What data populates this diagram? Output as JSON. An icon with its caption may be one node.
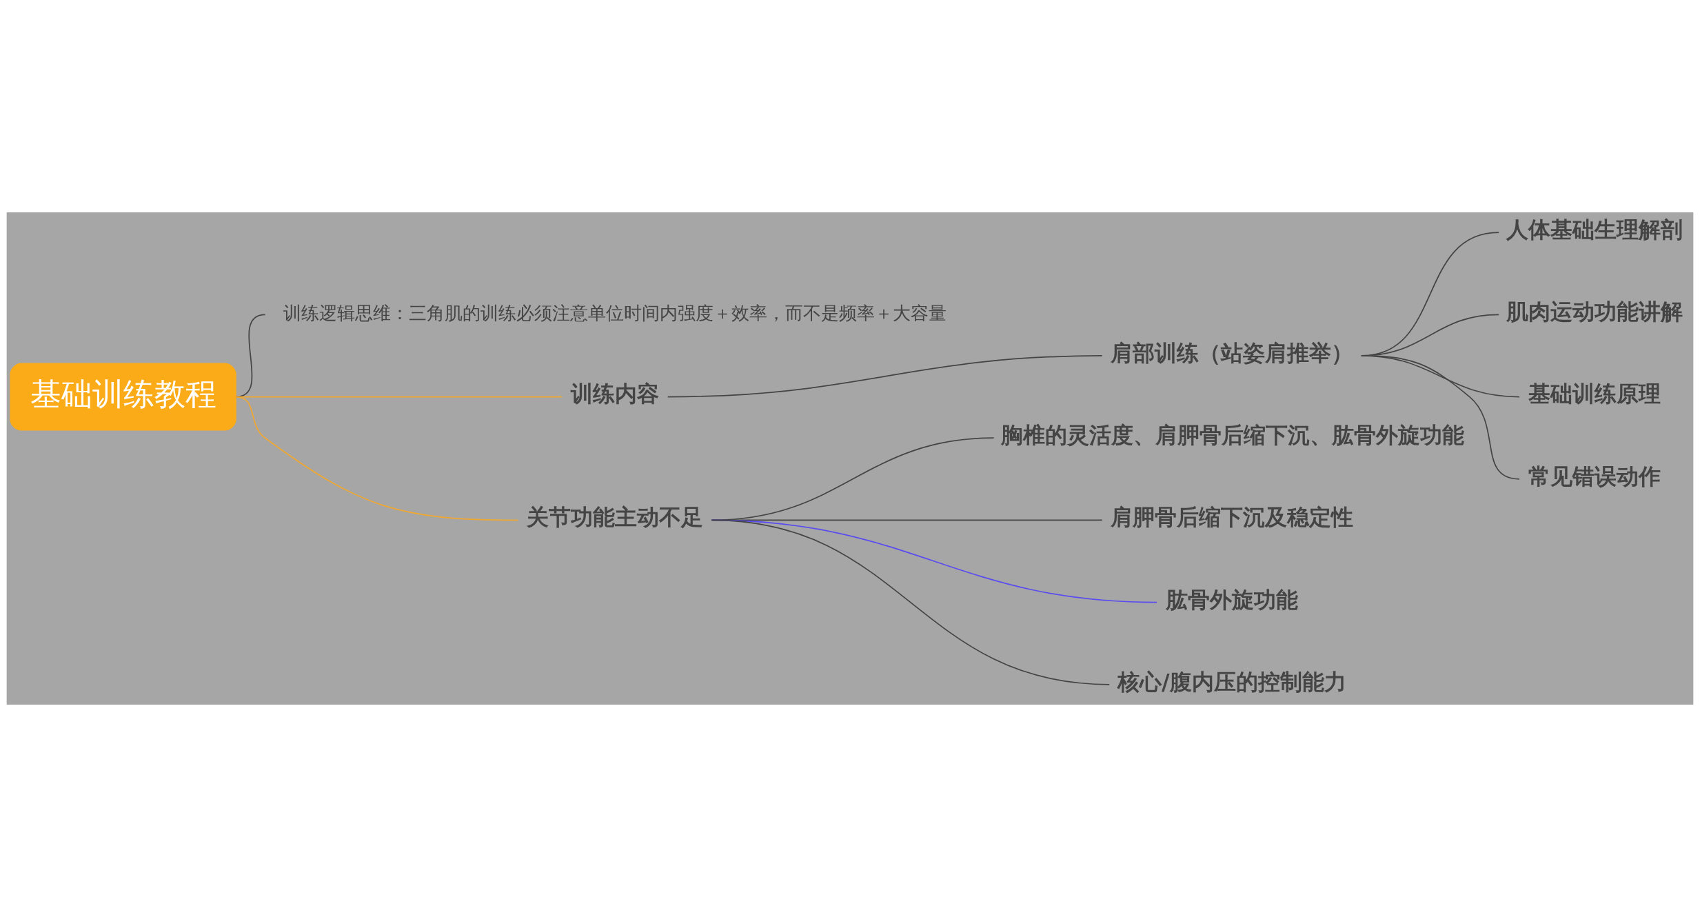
{
  "diagram": {
    "nodes": [
      {
        "text": [
          "基础训练教程"
        ]
      },
      {
        "text": [
          "训练逻辑思维：三角肌的训练必须注意单位时间内强度＋效率，而不是频率＋大容量"
        ]
      },
      {
        "text": [
          "训练内容"
        ]
      },
      {
        "text": [
          "肩部训练（站姿肩推举）"
        ]
      },
      {
        "text": [
          "人体基础生理解剖"
        ]
      },
      {
        "text": [
          "肌肉运动功能讲解"
        ]
      },
      {
        "text": [
          "基础训练原理"
        ]
      },
      {
        "text": [
          "常见错误动作"
        ]
      },
      {
        "text": [
          "关节功能主动不足"
        ]
      },
      {
        "text": [
          "胸椎的灵活度、肩胛骨后缩下沉、肱骨外旋功能"
        ]
      },
      {
        "text": [
          "肩胛骨后缩下沉及稳定性"
        ]
      },
      {
        "text": [
          "肱骨外旋功能"
        ]
      },
      {
        "text": [
          "核心/腹内压的控制能力"
        ]
      }
    ],
    "edges": [
      {
        "from": 0,
        "to": 1,
        "arrow": "none"
      },
      {
        "from": 0,
        "to": 2,
        "arrow": "none",
        "color": "#f0a830"
      },
      {
        "from": 2,
        "to": 3,
        "arrow": "none"
      },
      {
        "from": 3,
        "to": 4,
        "arrow": "none"
      },
      {
        "from": 3,
        "to": 5,
        "arrow": "none"
      },
      {
        "from": 3,
        "to": 6,
        "arrow": "none"
      },
      {
        "from": 3,
        "to": 7,
        "arrow": "none"
      },
      {
        "from": 0,
        "to": 8,
        "arrow": "none",
        "color": "#f0a830"
      },
      {
        "from": 8,
        "to": 9,
        "arrow": "none"
      },
      {
        "from": 8,
        "to": 10,
        "arrow": "none"
      },
      {
        "from": 8,
        "to": 11,
        "arrow": "none",
        "color": "#5a4cf0"
      },
      {
        "from": 8,
        "to": 12,
        "arrow": "none"
      }
    ]
  }
}
